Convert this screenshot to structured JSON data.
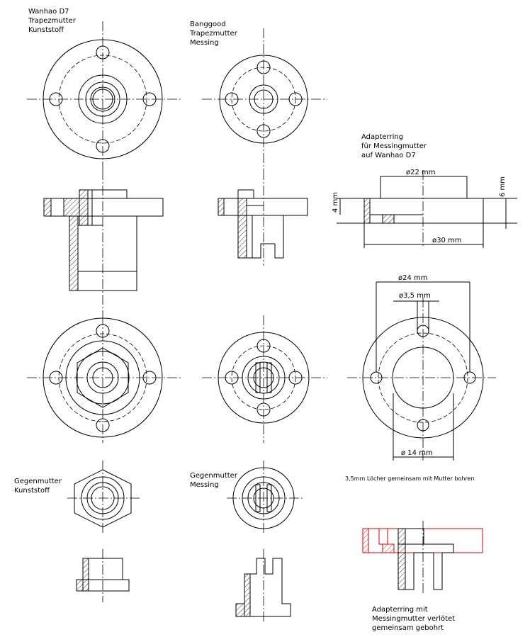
{
  "labels": {
    "wanhao_nut": [
      "Wanhao D7",
      "Trapezmutter",
      "Kunststoff"
    ],
    "banggood_nut": [
      "Banggood",
      "Trapezmutter",
      "Messing"
    ],
    "adapter_ring": [
      "Adapterring",
      "für Messingmutter",
      "auf Wanhao D7"
    ],
    "counter_nut_plastic": [
      "Gegenmutter",
      "Kunststoff"
    ],
    "counter_nut_brass": [
      "Gegenmutter",
      "Messing"
    ],
    "drill_note": "3,5mm Löcher gemeinsam mit Mutter bohren",
    "soldered_note": [
      "Adapterring mit",
      "Messingmutter verlötet",
      "gemeinsam gebohrt"
    ]
  },
  "dimensions": {
    "d22": "ø22 mm",
    "d30": "ø30 mm",
    "d24": "ø24 mm",
    "d35": "ø3,5 mm",
    "d14": "ø 14 mm",
    "h4": "4 mm",
    "h6": "6 mm"
  },
  "colors": {
    "line": "#000000",
    "highlight": "#d00000"
  }
}
